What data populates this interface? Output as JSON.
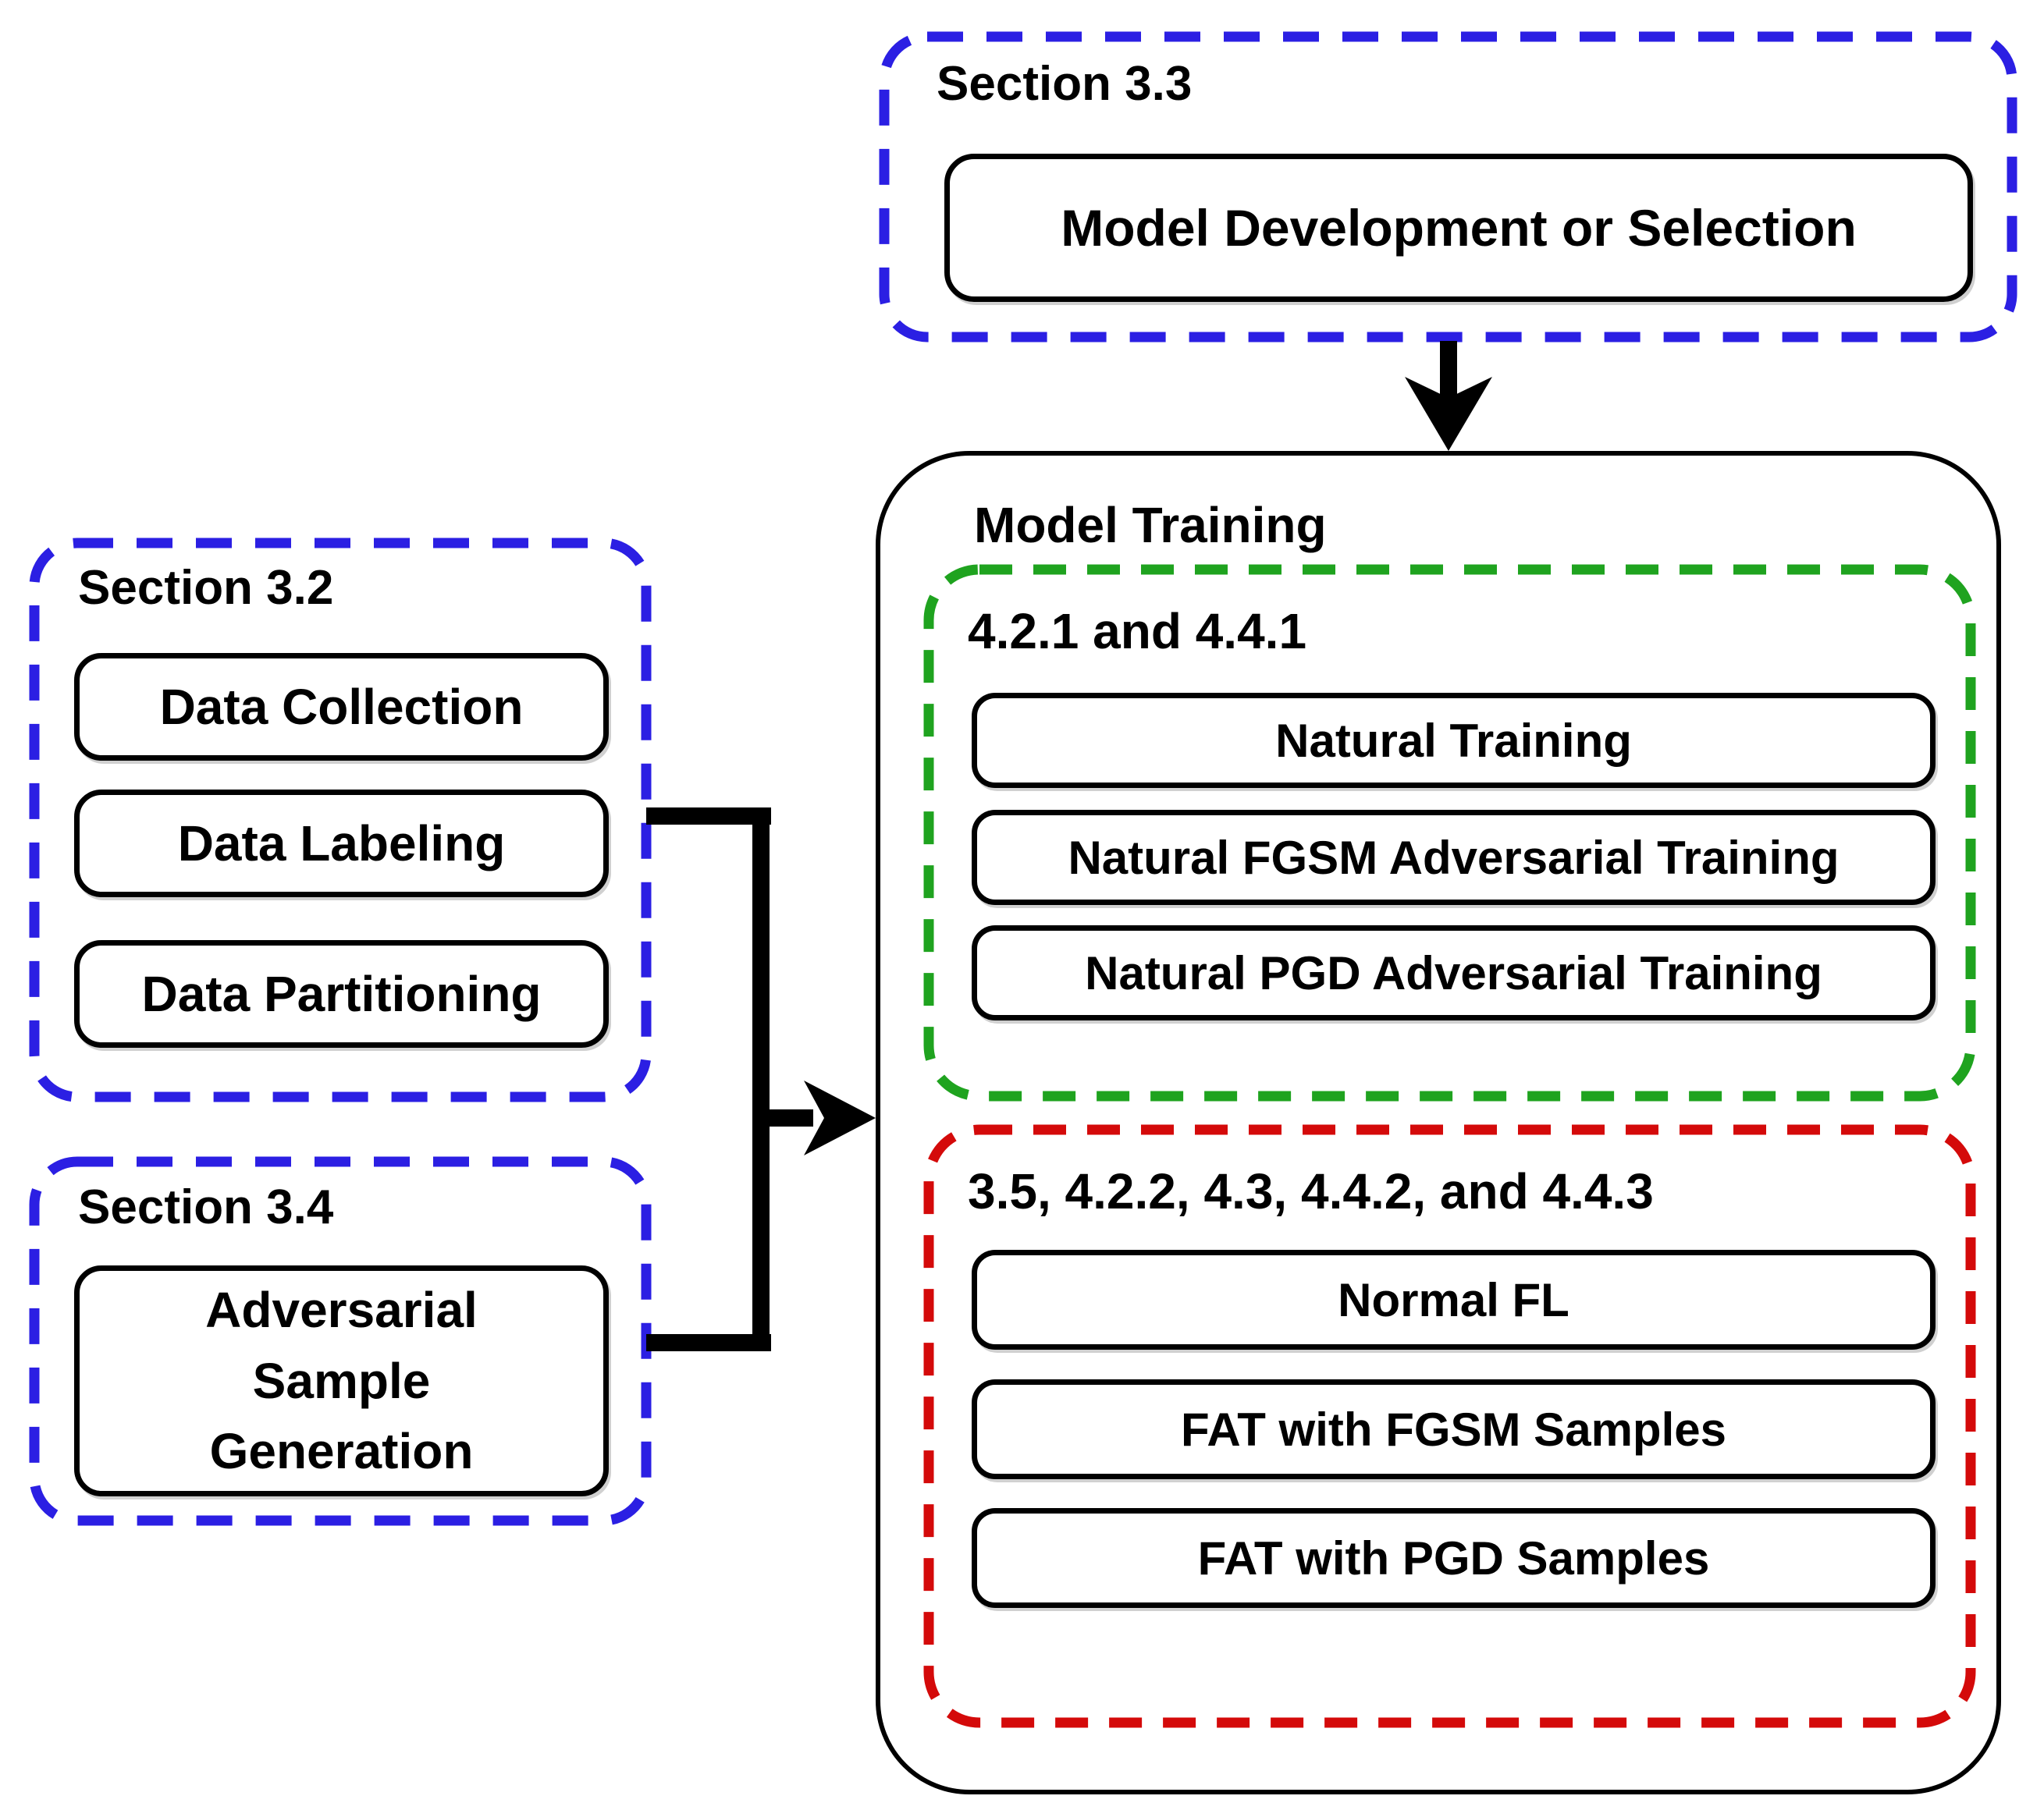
{
  "colors": {
    "blue": "#2B1FE3",
    "green": "#1FA31F",
    "red": "#D40A0A",
    "arrow": "#000000"
  },
  "section_3_3": {
    "label": "Section 3.3",
    "box": "Model Development or Selection"
  },
  "section_3_2": {
    "label": "Section 3.2",
    "boxes": [
      "Data Collection",
      "Data Labeling",
      "Data Partitioning"
    ]
  },
  "section_3_4": {
    "label": "Section 3.4",
    "box": "Adversarial Sample Generation"
  },
  "model_training": {
    "label": "Model Training",
    "green_group": {
      "label": "4.2.1 and 4.4.1",
      "boxes": [
        "Natural Training",
        "Natural FGSM Adversarial Training",
        "Natural PGD Adversarial Training"
      ]
    },
    "red_group": {
      "label": "3.5, 4.2.2, 4.3, 4.4.2, and 4.4.3",
      "boxes": [
        "Normal FL",
        "FAT with FGSM Samples",
        "FAT with PGD Samples"
      ]
    }
  }
}
